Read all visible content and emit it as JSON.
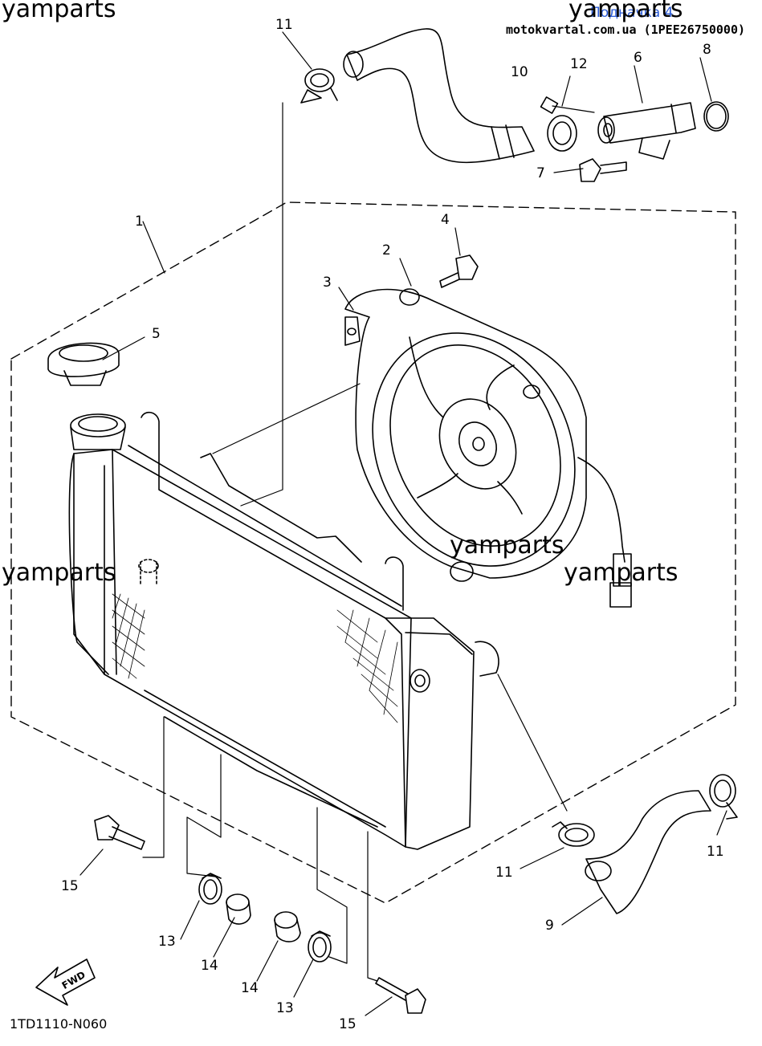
{
  "header": {
    "link_text": "Подначка 4",
    "site_text": "motokvartal.com.ua (1PEE26750000)"
  },
  "watermarks": [
    "yamparts",
    "yamparts",
    "yamparts",
    "yamparts",
    "yamparts"
  ],
  "callouts": {
    "c1": "1",
    "c2": "2",
    "c3": "3",
    "c4": "4",
    "c5": "5",
    "c6": "6",
    "c7": "7",
    "c8": "8",
    "c9": "9",
    "c10": "10",
    "c11a": "11",
    "c11b": "11",
    "c11c": "11",
    "c12": "12",
    "c13a": "13",
    "c13b": "13",
    "c14a": "14",
    "c14b": "14",
    "c15a": "15",
    "c15b": "15"
  },
  "fwd_label": "FWD",
  "diagram_code": "1TD1110-N060"
}
